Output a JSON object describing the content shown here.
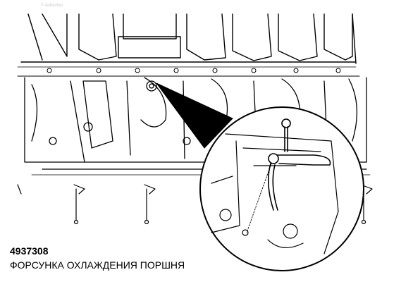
{
  "figure": {
    "part_number": "4937308",
    "part_name": "ФОРСУНКА ОХЛАЖДЕНИЯ ПОРШНЯ",
    "watermark": "© autoshop"
  },
  "colors": {
    "ink": "#000000",
    "paper": "#ffffff"
  }
}
